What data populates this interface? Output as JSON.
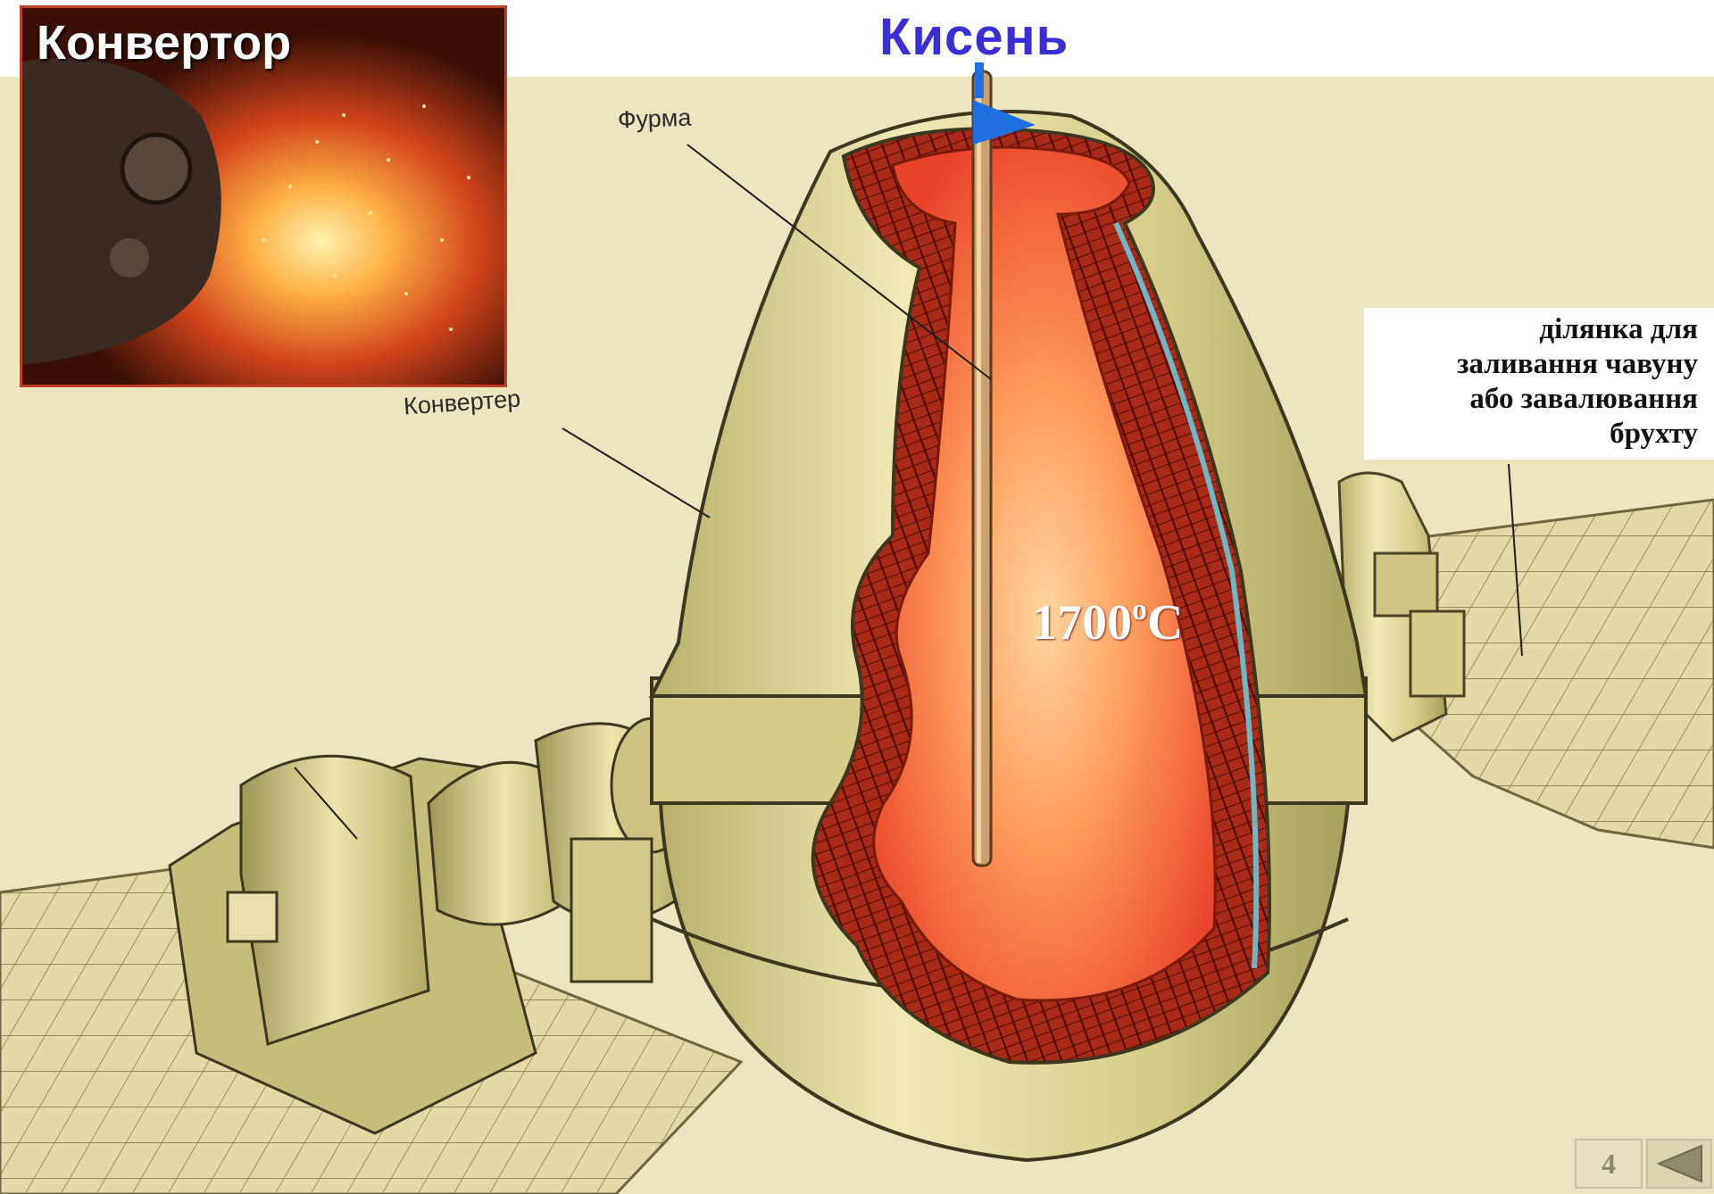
{
  "slide": {
    "photo_label": "Конвертор",
    "oxygen_label": "Кисень",
    "lance_label": "Фурма",
    "converter_label": "Конвертер",
    "temperature_value": "1700",
    "temperature_degree": "o",
    "temperature_unit": "C",
    "note_lines": [
      "ділянка для",
      "заливання чавуну",
      "або завалювання",
      "брухту"
    ],
    "page_number": "4"
  },
  "colors": {
    "title": "#3a2ed6",
    "molten_metal": "#f0502a",
    "brick_lining": "#9a2416",
    "converter_shell": "#d9cf8e",
    "floor": "#e2d7a4",
    "arrow": "#1f6fe0"
  },
  "icons": {
    "oxygen_arrow": "arrow-icon",
    "back_button": "triangle-left-icon"
  }
}
